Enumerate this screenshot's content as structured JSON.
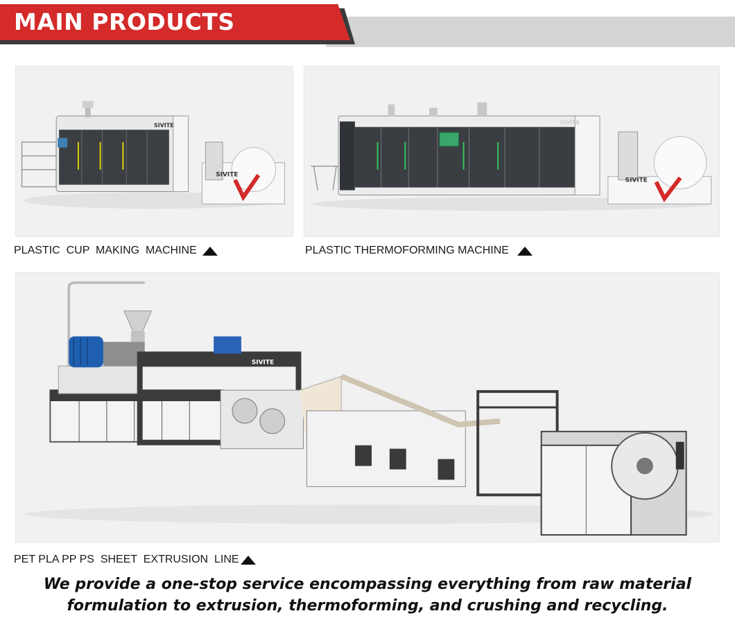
{
  "header": {
    "title": "MAIN PRODUCTS"
  },
  "products": [
    {
      "caption": "PLASTIC  CUP  MAKING  MACHINE",
      "brand": "SIVITE"
    },
    {
      "caption": "PLASTIC THERMOFORMING MACHINE",
      "brand": "SIVITE"
    },
    {
      "caption": "PET PLA PP PS  SHEET  EXTRUSION  LINE",
      "brand": "SIVITE"
    }
  ],
  "tagline": {
    "line1": "We provide a one-stop service encompassing everything from raw material",
    "line2": "formulation to extrusion, thermoforming, and crushing and recycling."
  },
  "colors": {
    "brand_red": "#d42a2a",
    "banner_gray": "#d4d4d4",
    "shadow": "#3a3a3a"
  }
}
